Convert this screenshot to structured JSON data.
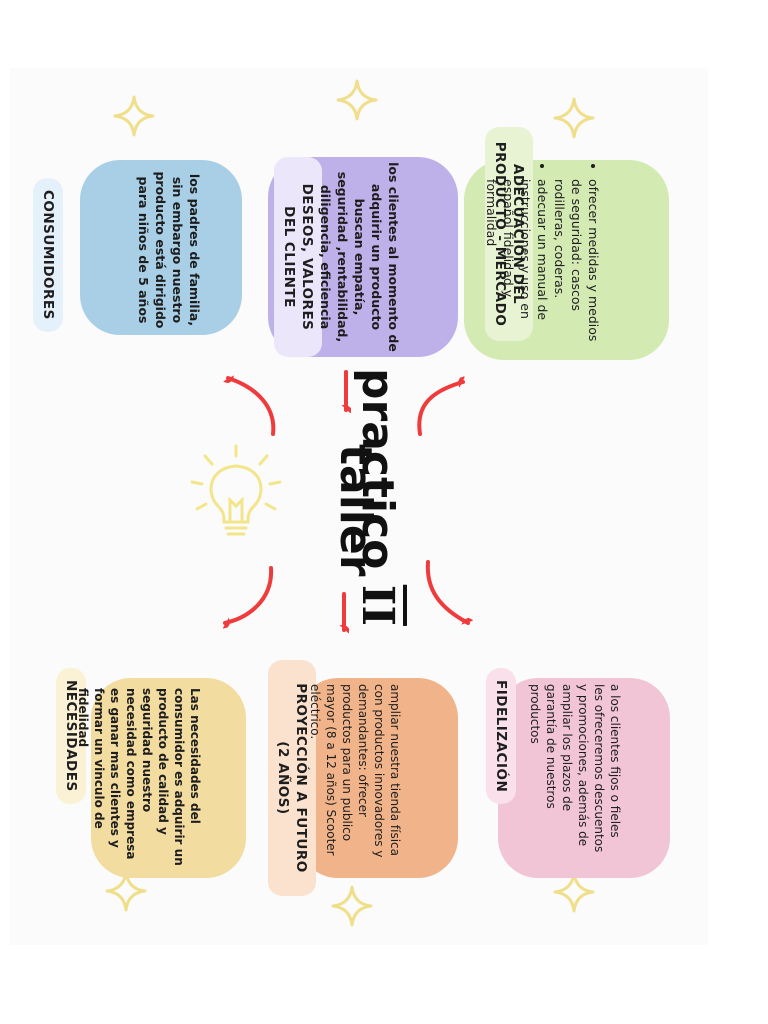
{
  "title": {
    "line1": "taller",
    "line2": "practico",
    "numeral": "II"
  },
  "consumidores": {
    "heading": "CONSUMIDORES",
    "text": "los padres de familia, sin embargo nuestro producto está dirigido para  niños de 5 años"
  },
  "deseos": {
    "heading_line1": "DESEOS, VALORES",
    "heading_line2": "DEL CLIENTE",
    "text": "los clientes al momento de adquirir un producto buscan empatía, seguridad ,rentabilidad, diligencia, eficiencia"
  },
  "adecuacion": {
    "heading_line1": "ADECUACIÓN DEL",
    "heading_line2": "PRODUCTO - MERCADO",
    "bullets": [
      "ofrecer medidas y medios de seguridad: cascos rodilleras, coderas.",
      "adecuar un manual de instrucciones y uso en español fidelidad y formalidad"
    ]
  },
  "necesidades": {
    "heading": "NECESIDADES",
    "text": "Las necesidades del consumidor es adquirir un producto de calidad y seguridad nuestro necesidad como empresa es ganar mas clientes y  formar un vinculo de fidelidad"
  },
  "proyeccion": {
    "heading_line1": "PROYECCIÓN A FUTURO",
    "heading_line2": "(2 AÑOS)",
    "text": "ampliar nuestra tienda física con productos innovadores y demandantes: ofrecer productos para un publico mayor (8 a 12 años) Scooter eléctrico."
  },
  "fidelizacion": {
    "heading": "FIDELIZACIÓN",
    "text": "a los clientes fijos o fieles les ofreceremos descuentos y promociones, además de ampliar los plazos de garantía de nuestros productos"
  },
  "icons": [
    "lightbulb-icon",
    "sparkle-icon",
    "curved-arrow-icon"
  ],
  "colors": {
    "consumidores": "#a8cfe6",
    "deseos": "#beb1e9",
    "adecuacion": "#d3eab2",
    "necesidades": "#f2dca0",
    "proyeccion": "#f1b389",
    "fidelizacion": "#f1c4d6",
    "arrow": "#ef3b3b",
    "sparkle": "#f0df8a",
    "bulb": "#f3e58a"
  }
}
